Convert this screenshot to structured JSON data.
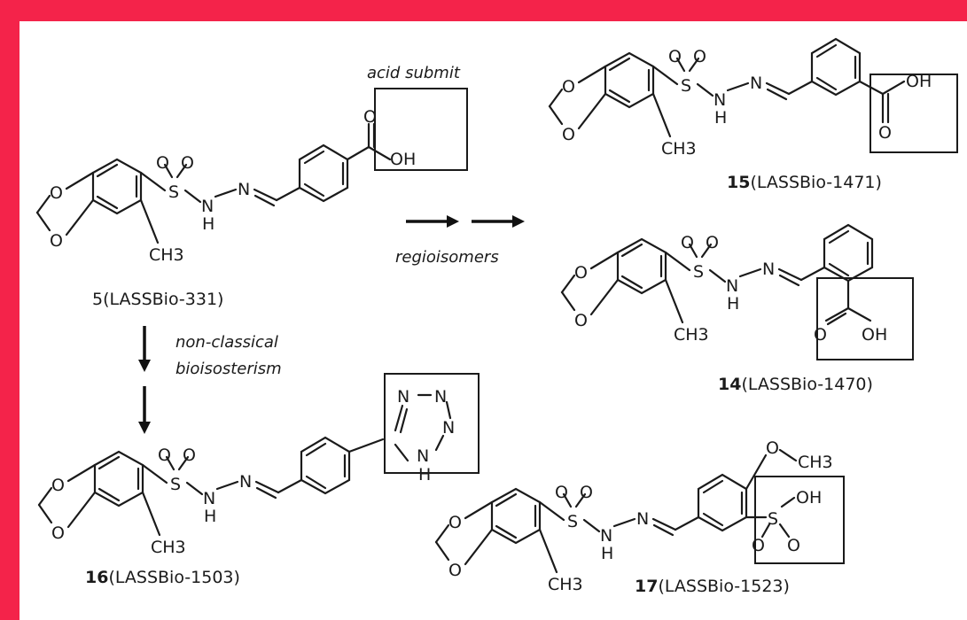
{
  "labels": {
    "acid_submit": "acid submit",
    "regioisomers": "regioisomers",
    "nonclassical_line1": "non-classical",
    "nonclassical_line2": "bioisosterism"
  },
  "compounds": {
    "c5": {
      "number": "5",
      "name": "(LASSBio-331)"
    },
    "c15": {
      "number": "15",
      "name": "(LASSBio-1471)"
    },
    "c14": {
      "number": "14",
      "name": "(LASSBio-1470)"
    },
    "c16": {
      "number": "16",
      "name": "(LASSBio-1503)"
    },
    "c17": {
      "number": "17",
      "name": "(LASSBio-1523)"
    }
  },
  "atoms": {
    "O": "O",
    "S": "S",
    "N": "N",
    "H": "H",
    "CH3": "CH3",
    "OH": "OH"
  },
  "colors": {
    "border": "#f4234a",
    "panel": "#ffffff",
    "ink": "#1a1a1a"
  }
}
